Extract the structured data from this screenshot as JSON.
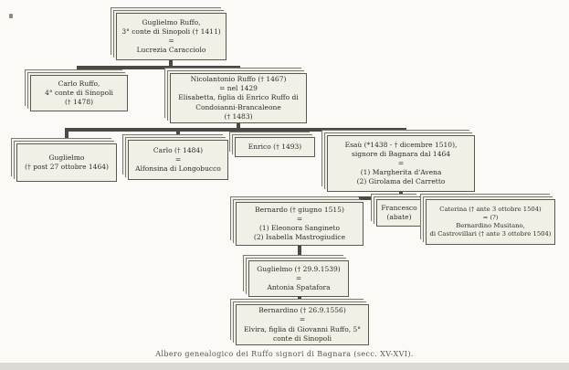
{
  "caption": "Albero genealogico dei Ruffo signori di Bagnara (secc. XV-XVI).",
  "nodes": [
    {
      "lines": [
        "Guglielmo Ruffo,",
        "3° conte di Sinopoli († 1411)",
        "=",
        "Lucrezia Caracciolo"
      ]
    },
    {
      "lines": [
        "Carlo Ruffo,",
        "4° conte di Sinopoli",
        "(† 1478)"
      ]
    },
    {
      "lines": [
        "Nicolantonio Ruffo († 1467)",
        "= nel 1429",
        "Elisabetta, figlia di Enrico Ruffo di",
        "Condoianni-Brancaleone",
        "(† 1483)"
      ]
    },
    {
      "lines": [
        "Guglielmo",
        "(† post 27 ottobre 1464)"
      ]
    },
    {
      "lines": [
        "Carlo († 1484)",
        "=",
        "Alfonsina di Longobucco"
      ]
    },
    {
      "lines": [
        "Enrico († 1493)"
      ]
    },
    {
      "lines": [
        "Esaù (*1438 - † dicembre 1510),",
        "signore di Bagnara dal 1464",
        "=",
        "(1) Margherita d'Avena",
        "(2) Girolama del Carretto"
      ]
    },
    {
      "lines": [
        "Bernardo († giugno 1515)",
        "=",
        "(1) Eleonora Sangineto",
        "(2) Isabella Mastrogiudice"
      ]
    },
    {
      "lines": [
        "Francesco",
        "(abate)"
      ]
    },
    {
      "lines": [
        "Caterina († ante 3 ottobre 1504)",
        "= (?)",
        "Bernardino Musitano,",
        "di Castrovillari († ante 3 ottobre 1504)"
      ]
    },
    {
      "lines": [
        "Guglielmo († 29.9.1539)",
        "=",
        "Antonia Spatafora"
      ]
    },
    {
      "lines": [
        "Bernardino († 26.9.1556)",
        "=",
        "Elvira, figlia di Giovanni Ruffo, 5°",
        "conte di Sinopoli"
      ]
    }
  ]
}
